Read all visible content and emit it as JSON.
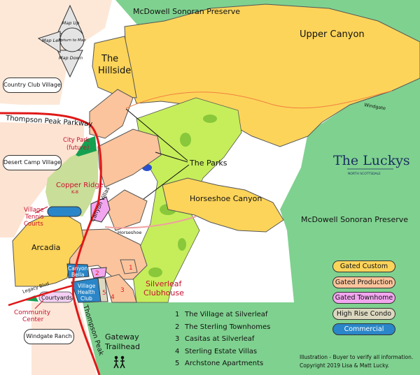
{
  "regions": {
    "preserve_top": "McDowell Sonoran Preserve",
    "preserve_right": "McDowell Sonoran Preserve",
    "upper_canyon": "Upper Canyon",
    "the": "The",
    "hillside": "Hillside",
    "the_parks": "The Parks",
    "horseshoe_canyon": "Horseshoe Canyon",
    "silverleaf_1": "Silverleaf",
    "silverleaf_2": "Clubhouse",
    "arcadia": "Arcadia",
    "city_park_1": "City Park",
    "city_park_2": "(future)",
    "copper_ridge": "Copper Ridge",
    "copper_ridge_sub": "K-8",
    "tennis_1": "Village",
    "tennis_2": "Tennis",
    "tennis_3": "Courts",
    "canyon_villas": "Canyon Villas",
    "canyon_bella_1": "Canyon",
    "canyon_bella_2": "Bella",
    "health_1": "Village",
    "health_2": "Health",
    "health_3": "Club",
    "courtyards": "Courtyards",
    "community_1": "Community",
    "community_2": "Center",
    "gateway_1": "Gateway",
    "gateway_2": "Trailhead",
    "num_1": "1",
    "num_2": "2",
    "num_3": "3",
    "num_4": "4",
    "num_5": "5"
  },
  "roads": {
    "thompson_parkway": "Thompson Peak Parkway",
    "thompson_peak": "Thompson Peak",
    "legacy": "Legacy Blvd",
    "windgate": "Windgate",
    "horseshoe": "Horseshoe"
  },
  "boxes": {
    "country_club": "Country Club Village",
    "desert_camp": "Desert Camp Village",
    "windgate_ranch": "Windgate Ranch"
  },
  "nav": {
    "up": "Map Up",
    "left": "Map Left",
    "down": "Map Down",
    "return": "Return to Map"
  },
  "logo": {
    "title": "The Luckys",
    "subtitle": "NORTH SCOTTSDALE"
  },
  "legend": [
    {
      "label": "Gated Custom",
      "color": "#fcd45a"
    },
    {
      "label": "Gated Production",
      "color": "#fbc49c"
    },
    {
      "label": "Gated Townhome",
      "color": "#f3a6f0"
    },
    {
      "label": "High Rise Condo",
      "color": "#dcd8c0"
    },
    {
      "label": "Commercial",
      "color": "#2a86c8"
    }
  ],
  "numbered": [
    {
      "n": "1",
      "name": "The Village at Silverleaf"
    },
    {
      "n": "2",
      "name": "The Sterling Townhomes"
    },
    {
      "n": "3",
      "name": "Casitas at Silverleaf"
    },
    {
      "n": "4",
      "name": "Sterling Estate Villas"
    },
    {
      "n": "5",
      "name": "Archstone Apartments"
    }
  ],
  "note": {
    "line1": "Illustration - Buyer to verify all information.",
    "line2": "Copyright 2019 Lisa & Matt Lucky."
  }
}
